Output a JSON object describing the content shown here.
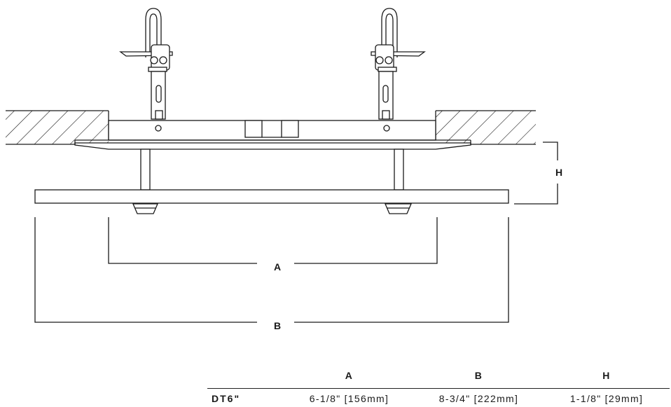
{
  "dimension_labels": {
    "a": "A",
    "b": "B",
    "h": "H"
  },
  "table": {
    "headers": [
      "",
      "A",
      "B",
      "H"
    ],
    "rows": [
      {
        "model": "DT6\"",
        "a": "6-1/8\" [156mm]",
        "b": "8-3/4\" [222mm]",
        "h": "1-1/8\" [29mm]"
      }
    ]
  },
  "colors": {
    "line": "#1a1a1a",
    "background": "#ffffff"
  }
}
